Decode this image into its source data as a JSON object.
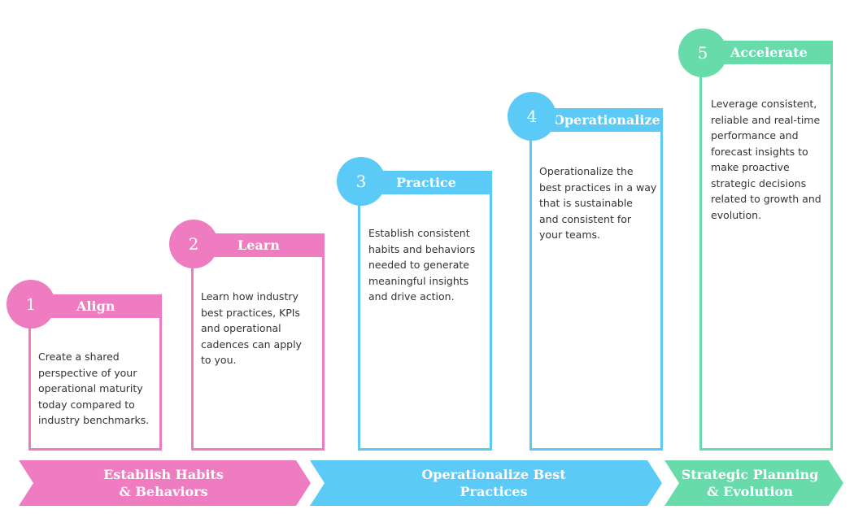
{
  "stages": [
    {
      "number": "1",
      "title": "Align",
      "description": "Create a shared\nperspective of your\noperational maturity\ntoday compared to\nindustry benchmarks.",
      "color": "#ef7cc0"
    },
    {
      "number": "2",
      "title": "Learn",
      "description": "Learn how industry\nbest practices, KPIs\nand operational\ncadences can apply\nto you.",
      "color": "#ef7cc0"
    },
    {
      "number": "3",
      "title": "Practice",
      "description": "Establish consistent\nhabits and behaviors\nneeded to generate\nmeaningful insights\nand drive action.",
      "color": "#5ccaf6"
    },
    {
      "number": "4",
      "title": "Operationalize",
      "description": "Operationalize the\nbest practices in a way\nthat is sustainable\nand consistent for\nyour teams.",
      "color": "#5ccaf6"
    },
    {
      "number": "5",
      "title": "Accelerate",
      "description": "Leverage consistent,\nreliable and real-time\nperformance and\nforecast insights to\nmake proactive\nstrategic decisions\nrelated to growth and\nevolution.",
      "color": "#67dcaa"
    }
  ],
  "phases": [
    {
      "label": "Establish Habits\n& Behaviors",
      "color": "#ef7cc0"
    },
    {
      "label": "Operationalize Best\nPractices",
      "color": "#5ccaf6"
    },
    {
      "label": "Strategic Planning\n& Evolution",
      "color": "#67dcaa"
    }
  ]
}
